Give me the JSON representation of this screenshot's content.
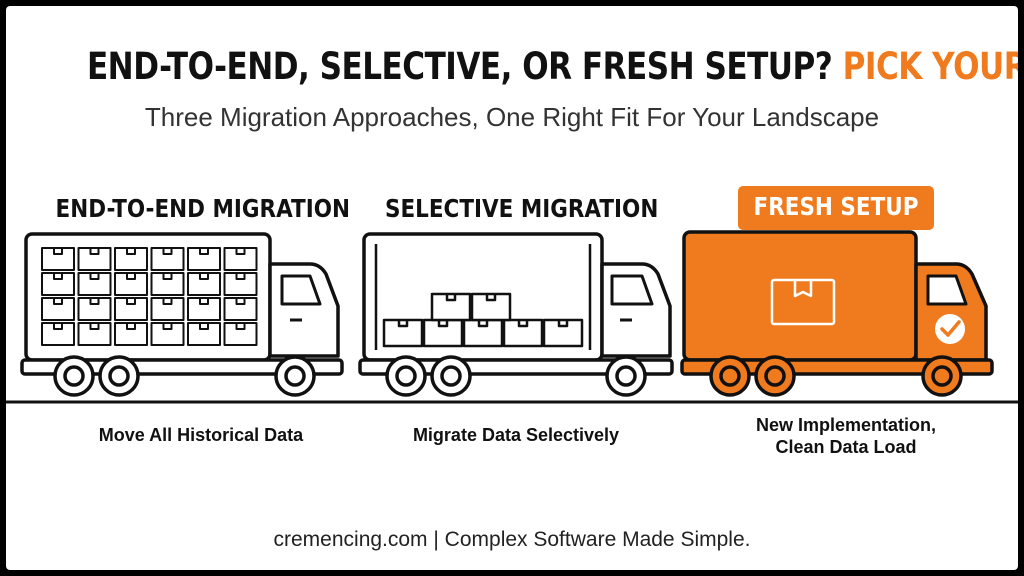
{
  "title": {
    "main": "END-TO-END, SELECTIVE, OR FRESH SETUP?",
    "accent": "PICK YOUR MOVE"
  },
  "subtitle": "Three Migration Approaches, One Right Fit For Your Landscape",
  "options": [
    {
      "heading": "END-TO-END MIGRATION",
      "caption": "Move All Historical Data",
      "icon": "full-truck-icon"
    },
    {
      "heading": "SELECTIVE MIGRATION",
      "caption": "Migrate Data Selectively",
      "icon": "partial-truck-icon"
    },
    {
      "heading": "FRESH SETUP",
      "caption_line1": "New Implementation,",
      "caption_line2": "Clean Data Load",
      "icon": "orange-truck-check-icon"
    }
  ],
  "footer": "cremencing.com | Complex Software Made Simple.",
  "colors": {
    "accent": "#f07a1e",
    "ink": "#111111",
    "accent_light": "#f39c4f"
  }
}
